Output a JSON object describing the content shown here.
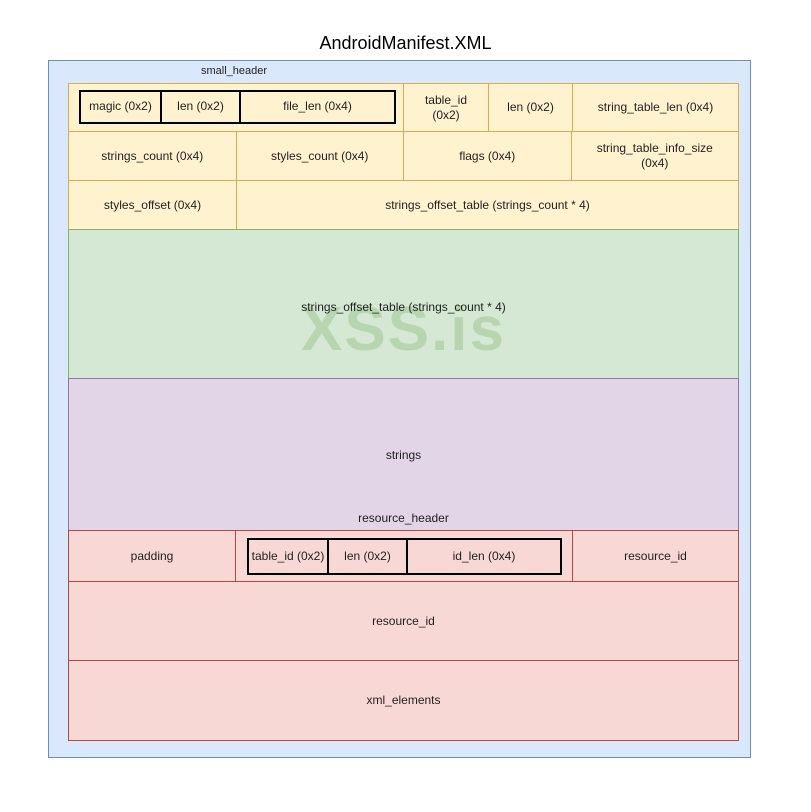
{
  "title": "AndroidManifest.XML",
  "small_header": {
    "label": "small_header",
    "row1": {
      "inner": [
        "magic (0x2)",
        "len (0x2)",
        "file_len (0x4)"
      ],
      "cells": [
        "table_id (0x2)",
        "len (0x2)",
        "string_table_len (0x4)"
      ]
    },
    "row2": [
      "strings_count (0x4)",
      "styles_count (0x4)",
      "flags (0x4)",
      "string_table_info_size (0x4)"
    ],
    "row3": [
      "styles_offset (0x4)",
      "strings_offset_table (strings_count * 4)"
    ]
  },
  "strings_offset_section": {
    "label": "strings_offset_table (strings_count * 4)",
    "watermark": "XSS.is"
  },
  "strings_section": {
    "label": "strings",
    "footer_label": "resource_header"
  },
  "resource_section": {
    "row1": {
      "padding": "padding",
      "inner": [
        "table_id (0x2)",
        "len (0x2)",
        "id_len (0x4)"
      ],
      "resource_id": "resource_id"
    },
    "row2": "resource_id",
    "row3": "xml_elements"
  },
  "colors": {
    "container_fill": "#dae8fc",
    "container_border": "#6c8ebf",
    "header_fill": "#fef2cf",
    "header_border": "#dcab51",
    "green_fill": "#d5e8d4",
    "green_border": "#82b366",
    "purple_fill": "#e1d5e7",
    "purple_border": "#9673a6",
    "red_fill": "#f8d8d4",
    "red_border": "#b24a43",
    "inner_box_border": "#000000"
  }
}
